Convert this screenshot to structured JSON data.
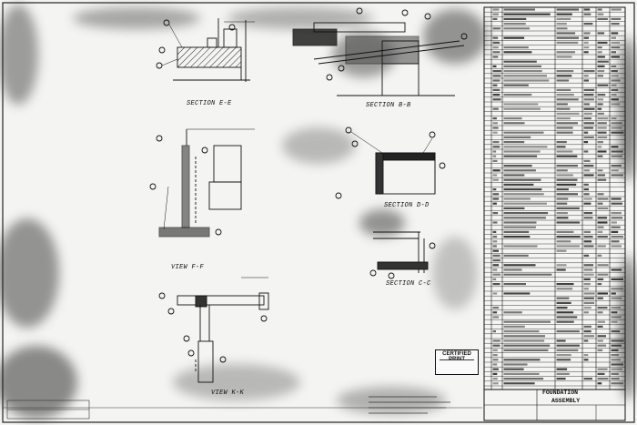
{
  "stamp": {
    "title": "CERTIFIED PRINT"
  },
  "sections": [
    {
      "title": "SECTION E-E"
    },
    {
      "title": "SECTION B-B"
    },
    {
      "title": "SECTION D-D"
    },
    {
      "title": "VIEW F-F"
    },
    {
      "title": "SECTION C-C"
    },
    {
      "title": "VIEW K-K"
    }
  ],
  "title_block": {
    "title_line1": "FOUNDATION",
    "title_line2": "ASSEMBLY"
  },
  "colors": {
    "ink": "#111111",
    "paper": "#f4f4f2",
    "smudge": "#2a2a2a"
  }
}
